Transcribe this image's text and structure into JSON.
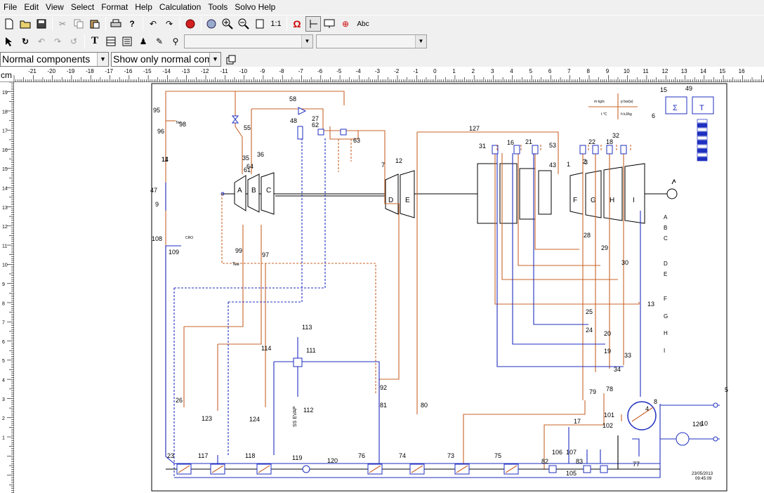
{
  "menu": [
    "File",
    "Edit",
    "View",
    "Select",
    "Format",
    "Help",
    "Calculation",
    "Tools",
    "Solvo Help"
  ],
  "toolbar1": {
    "zoom_label": "1:1",
    "text_label": "Abc"
  },
  "filters": {
    "component_filter": "Normal components",
    "show_filter": "Show only normal comp"
  },
  "ruler": {
    "unit": "cm",
    "h_ticks": [
      "-21",
      "-20",
      "-19",
      "-18",
      "-17",
      "-16",
      "-15",
      "-14",
      "-13",
      "-12",
      "-11",
      "-10",
      "-9",
      "-8",
      "-7",
      "-6",
      "-5",
      "-4",
      "-3",
      "-2",
      "-1",
      "0",
      "1",
      "2",
      "3",
      "4",
      "5",
      "6",
      "7",
      "8",
      "9",
      "10",
      "11",
      "12",
      "13",
      "14",
      "15",
      "16"
    ],
    "v_ticks": [
      "19",
      "18",
      "17",
      "16",
      "15",
      "14",
      "13",
      "12",
      "11",
      "10",
      "9",
      "8",
      "7",
      "6",
      "5",
      "4",
      "3",
      "2",
      "1"
    ]
  },
  "diagram": {
    "turbine_letters": [
      "A",
      "B",
      "C",
      "D",
      "E",
      "F",
      "G",
      "H",
      "I"
    ],
    "legend_letters": [
      "A",
      "B",
      "C",
      "D",
      "E",
      "F",
      "G",
      "H",
      "I"
    ],
    "node_labels": [
      "95",
      "98",
      "96",
      "55",
      "58",
      "35",
      "36",
      "48",
      "27",
      "62",
      "63",
      "127",
      "47",
      "9",
      "108",
      "109",
      "99",
      "97",
      "7",
      "12",
      "31",
      "16",
      "21",
      "53",
      "22",
      "18",
      "32",
      "43",
      "1",
      "2",
      "28",
      "29",
      "30",
      "13",
      "25",
      "24",
      "20",
      "19",
      "33",
      "34",
      "113",
      "111",
      "114",
      "112",
      "26",
      "123",
      "124",
      "92",
      "81",
      "80",
      "78",
      "79",
      "101",
      "102",
      "17",
      "8",
      "126",
      "10",
      "23",
      "117",
      "118",
      "119",
      "120",
      "76",
      "74",
      "73",
      "75",
      "82",
      "106",
      "107",
      "105",
      "83",
      "77",
      "15",
      "49",
      "6",
      "61",
      "64",
      "3",
      "4",
      "5",
      "11",
      "14"
    ],
    "legend_box": {
      "m": "m kg/s",
      "p": "p bar(a)",
      "t": "t °C",
      "h": "h kJ/kg"
    },
    "evap_label": "SS EVAP",
    "cro_label": "CRO",
    "tee1": "Tee",
    "tee2": "Tee",
    "date": "23/05/2013",
    "time": "09:45:09"
  }
}
